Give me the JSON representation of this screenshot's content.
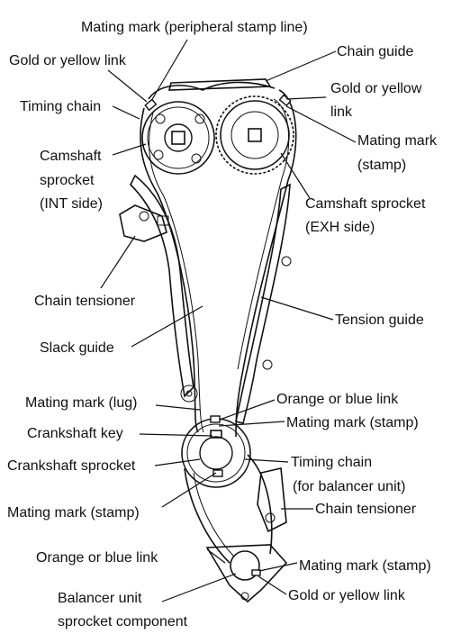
{
  "labels": {
    "mating_mark_peripheral": "Mating mark (peripheral stamp line)",
    "chain_guide": "Chain guide",
    "gold_yellow_link_top_left": "Gold or yellow link",
    "gold_yellow_link_top_right_line1": "Gold or yellow",
    "gold_yellow_link_top_right_line2": "link",
    "timing_chain": "Timing chain",
    "mating_mark_stamp_right_line1": "Mating mark",
    "mating_mark_stamp_right_line2": "(stamp)",
    "camshaft_sprocket_int_line1": "Camshaft",
    "camshaft_sprocket_int_line2": "sprocket",
    "camshaft_sprocket_int_line3": "(INT side)",
    "camshaft_sprocket_exh_line1": "Camshaft sprocket",
    "camshaft_sprocket_exh_line2": "(EXH side)",
    "chain_tensioner_upper": "Chain tensioner",
    "tension_guide": "Tension guide",
    "slack_guide": "Slack guide",
    "mating_mark_lug": "Mating mark (lug)",
    "orange_blue_link_upper": "Orange or blue link",
    "mating_mark_stamp_crank": "Mating mark (stamp)",
    "crankshaft_key": "Crankshaft key",
    "crankshaft_sprocket": "Crankshaft sprocket",
    "timing_chain_balancer_line1": "Timing chain",
    "timing_chain_balancer_line2": "(for balancer unit)",
    "mating_mark_stamp_lower_left": "Mating mark (stamp)",
    "chain_tensioner_lower": "Chain tensioner",
    "orange_blue_link_lower": "Orange or blue link",
    "mating_mark_stamp_lower_right": "Mating mark (stamp)",
    "balancer_unit_line1": "Balancer unit",
    "balancer_unit_line2": "sprocket component",
    "gold_yellow_link_bottom": "Gold or yellow link"
  }
}
